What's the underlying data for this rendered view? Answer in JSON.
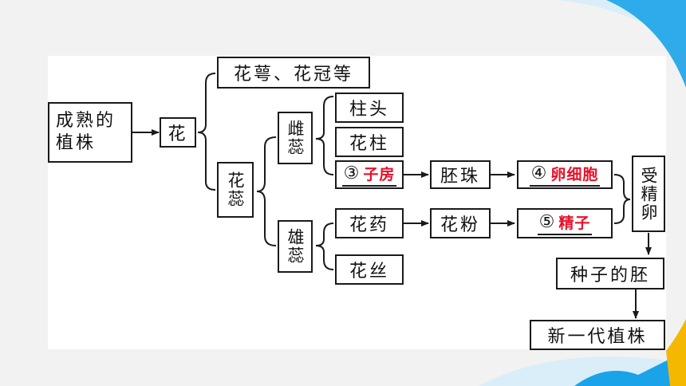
{
  "nodes": {
    "mature_plant": "成熟的植株",
    "flower": "花",
    "sepal_petal": "花萼、花冠等",
    "stamen_pistil": "花蕊",
    "pistil": "雌蕊",
    "stigma": "柱头",
    "style": "花柱",
    "ovary_num": "③",
    "ovary": "子房",
    "ovule": "胚珠",
    "egg_num": "④",
    "egg": "卵细胞",
    "stamen": "雄蕊",
    "anther": "花药",
    "pollen": "花粉",
    "sperm_num": "⑤",
    "sperm": "精子",
    "filament": "花丝",
    "fertilized_egg": "受精卵",
    "embryo": "种子的胚",
    "new_plant": "新一代植株"
  },
  "colors": {
    "answer": "#e8102a",
    "line": "#1a1a1a",
    "deco_blue": "#1aa3e8",
    "deco_yellow": "#f5b800"
  }
}
